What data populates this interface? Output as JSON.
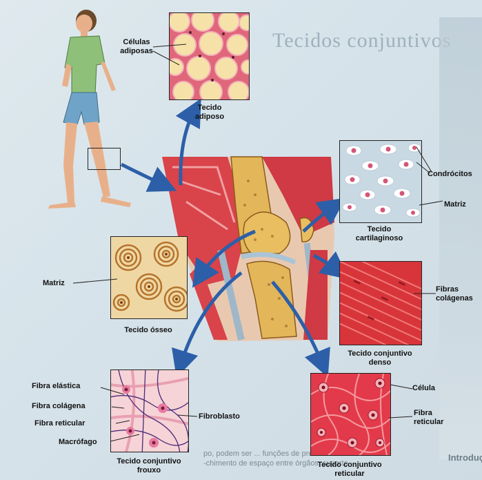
{
  "background": {
    "title": "Tecidos conjuntivos",
    "bottom_text_1": "po, podem ser ... funções de prees",
    "bottom_text_2": "-chimento de espaço entre órgãos, suporte",
    "bottom_corner": "Introduç"
  },
  "labels": {
    "celulas": "Células",
    "adiposas": "adiposas",
    "adiposo_1": "Tecido",
    "adiposo_2": "adiposo",
    "condrocitos": "Condrócitos",
    "matriz_cart": "Matriz",
    "cart_1": "Tecido",
    "cart_2": "cartilaginoso",
    "matriz_osseo": "Matriz",
    "osseo": "Tecido ósseo",
    "fibras": "Fibras",
    "colagenas": "colágenas",
    "denso_1": "Tecido conjuntivo",
    "denso_2": "denso",
    "fibra_elastica": "Fibra elástica",
    "fibra_colagena": "Fibra colágena",
    "fibra_reticular_left": "Fibra reticular",
    "macrofago": "Macrófago",
    "fibroblasto": "Fibroblasto",
    "frouxo_1": "Tecido conjuntivo",
    "frouxo_2": "frouxo",
    "celula": "Célula",
    "fibra_1": "Fibra",
    "reticular_right": "reticular",
    "reticular_1": "Tecido conjuntivo",
    "reticular_2": "reticular"
  },
  "colors": {
    "arrow": "#2c5fa8",
    "adipose_wall": "#e0677a",
    "adipose_cell": "#f6e2a8",
    "cartilage_bg": "#c9d9e3",
    "cell_pink": "#d5557a",
    "bone": "#d9a950",
    "muscle": "#d8353a",
    "reticular": "#e23a4a",
    "loose_bg": "#f6d3d6",
    "fiber_purple": "#4a2a7a"
  }
}
